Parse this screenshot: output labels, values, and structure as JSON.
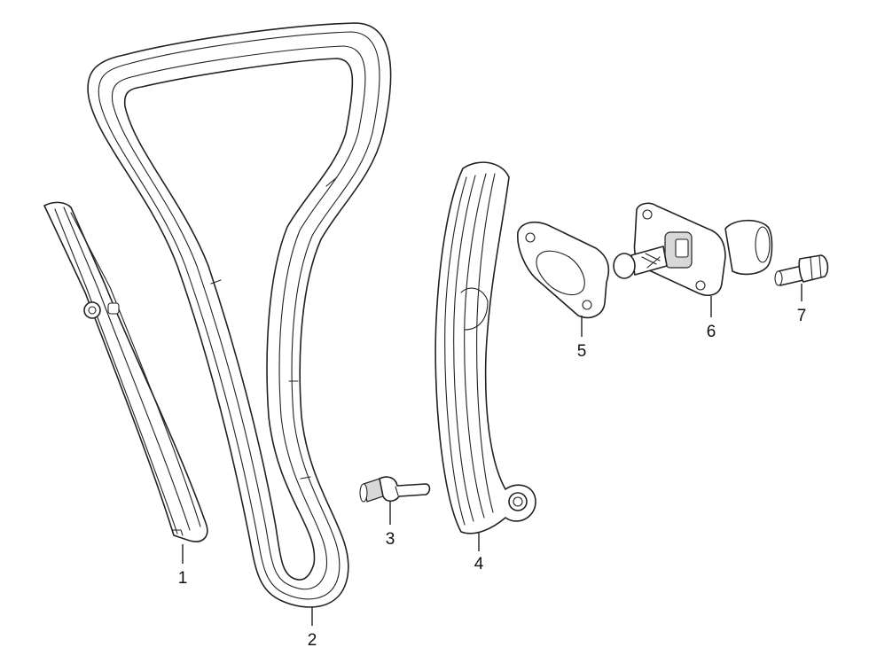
{
  "diagram": {
    "colors": {
      "line": "#222222",
      "shade": "#d8d8d8",
      "background": "#ffffff"
    },
    "callouts": [
      {
        "id": "1",
        "label": "1"
      },
      {
        "id": "2",
        "label": "2"
      },
      {
        "id": "3",
        "label": "3"
      },
      {
        "id": "4",
        "label": "4"
      },
      {
        "id": "5",
        "label": "5"
      },
      {
        "id": "6",
        "label": "6"
      },
      {
        "id": "7",
        "label": "7"
      }
    ]
  }
}
